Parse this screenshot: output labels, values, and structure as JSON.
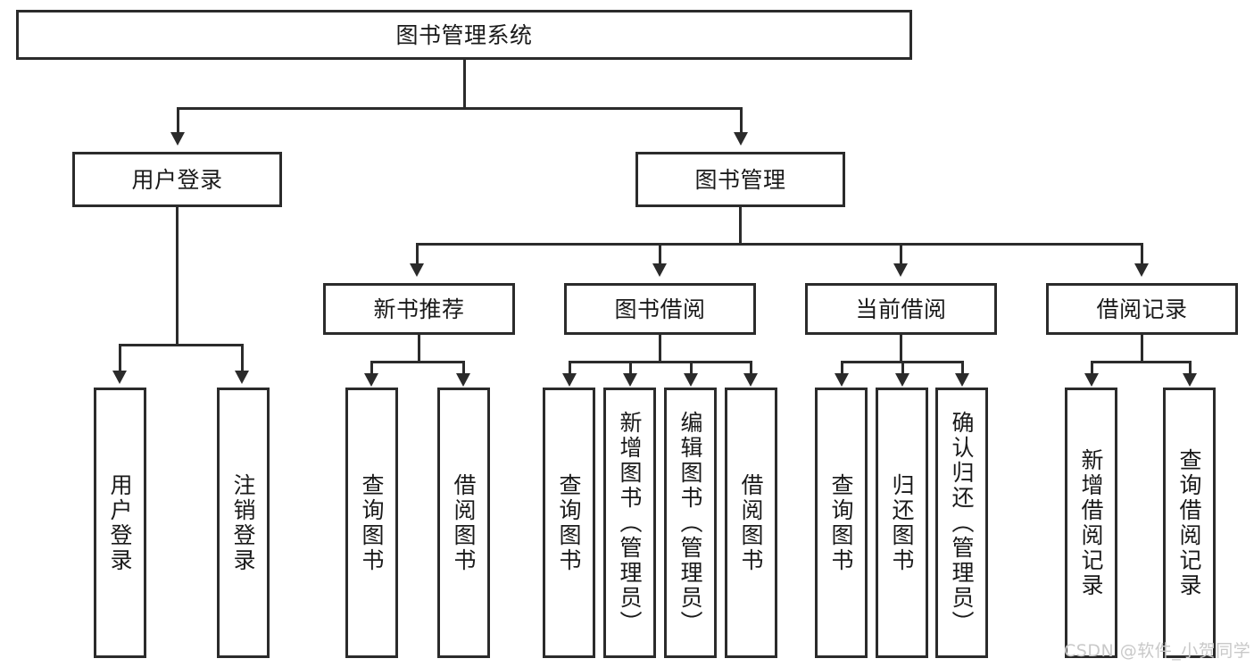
{
  "diagram": {
    "type": "tree-hierarchy-chart",
    "title": "图书管理系统",
    "watermark": "CSDN @软件_小贺同学",
    "colors": {
      "stroke": "#2b2b2b",
      "fill": "#ffffff",
      "text": "#1a1a1a",
      "watermark": "#c9c9c9"
    },
    "root": {
      "label": "图书管理系统"
    },
    "level2": [
      {
        "label": "用户登录"
      },
      {
        "label": "图书管理"
      }
    ],
    "level3": [
      {
        "label": "新书推荐"
      },
      {
        "label": "图书借阅"
      },
      {
        "label": "当前借阅"
      },
      {
        "label": "借阅记录"
      }
    ],
    "leaves": {
      "user_login": [
        {
          "label": "用户登录"
        },
        {
          "label": "注销登录"
        }
      ],
      "new_book_recommend": [
        {
          "label": "查询图书"
        },
        {
          "label": "借阅图书"
        }
      ],
      "book_borrow": [
        {
          "label": "查询图书"
        },
        {
          "label": "新增图书（管理员）"
        },
        {
          "label": "编辑图书（管理员）"
        },
        {
          "label": "借阅图书"
        }
      ],
      "current_borrow": [
        {
          "label": "查询图书"
        },
        {
          "label": "归还图书"
        },
        {
          "label": "确认归还（管理员）"
        }
      ],
      "borrow_record": [
        {
          "label": "新增借阅记录"
        },
        {
          "label": "查询借阅记录"
        }
      ]
    }
  }
}
